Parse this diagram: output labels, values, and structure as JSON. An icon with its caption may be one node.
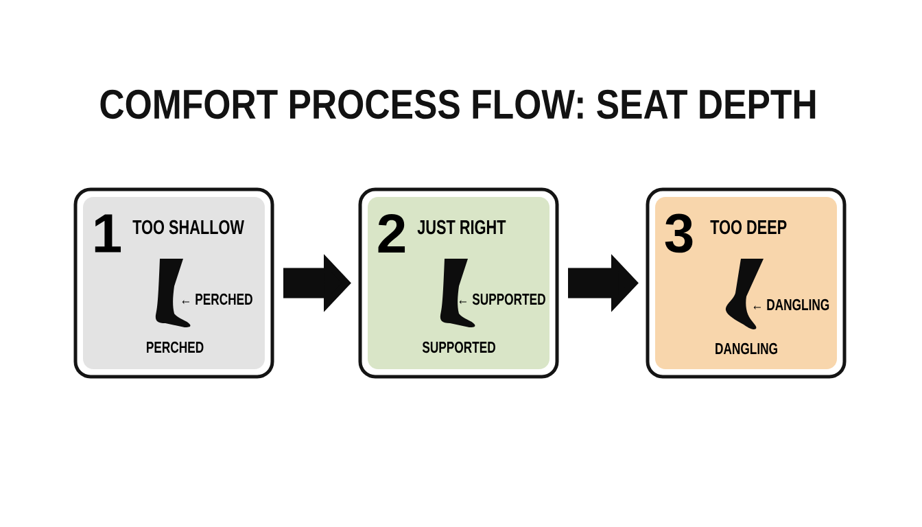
{
  "diagram": {
    "title": "COMFORT PROCESS FLOW: SEAT DEPTH",
    "nodes": [
      {
        "text": [
          "1",
          "TOO SHALLOW",
          "← PERCHED",
          "PERCHED"
        ]
      },
      {
        "text": [
          "2",
          "JUST RIGHT",
          "← SUPPORTED",
          "SUPPORTED"
        ]
      },
      {
        "text": [
          "3",
          "TOO DEEP",
          "← DANGLING",
          "DANGLING"
        ]
      }
    ],
    "edges": [
      {
        "from": 0,
        "to": 1,
        "arrow": "to"
      },
      {
        "from": 1,
        "to": 2,
        "arrow": "to"
      }
    ]
  }
}
